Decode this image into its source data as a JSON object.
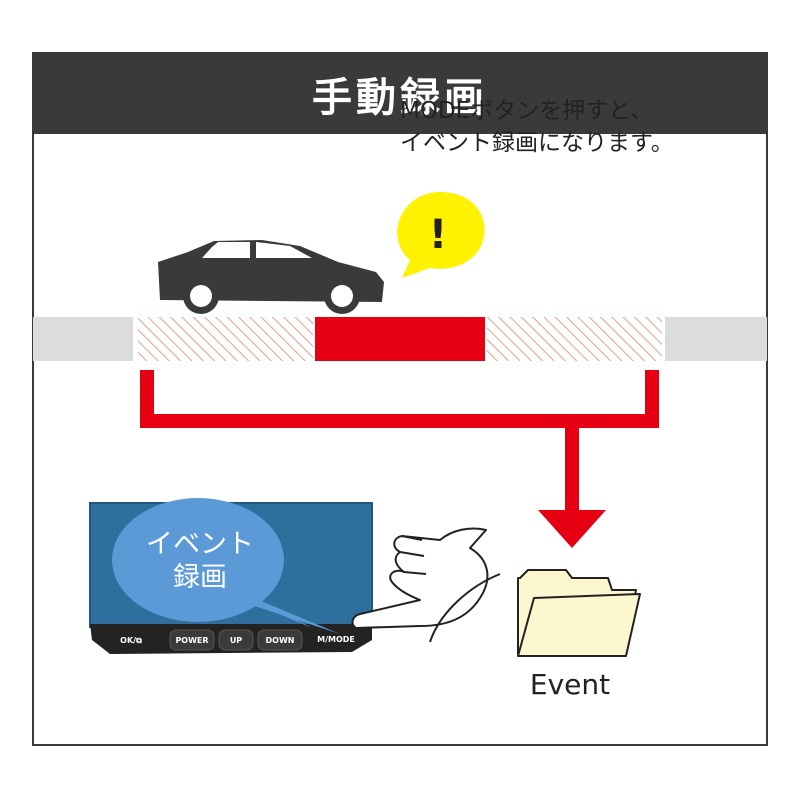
{
  "title": "手動録画",
  "caption": {
    "line1": "MODEボタンを押すと、",
    "line2": "イベント録画になります。"
  },
  "alert_symbol": "!",
  "bubble": {
    "line1": "イベント",
    "line2": "録画"
  },
  "device_buttons": [
    "OK/⧉",
    "POWER",
    "UP",
    "DOWN",
    "M/MODE"
  ],
  "folder_label": "Event",
  "colors": {
    "header_bg": "#3a3a3a",
    "accent_red": "#e60012",
    "hatch": "#e6a08a",
    "road_gray": "#dcdcdc",
    "alert_yellow": "#fff200",
    "screen_blue": "#2e6f9e",
    "bubble_blue": "#5b9ad6",
    "folder_fill": "#fdf7d0"
  },
  "icons": [
    "car-icon",
    "hand-pointer-icon",
    "folder-icon"
  ]
}
